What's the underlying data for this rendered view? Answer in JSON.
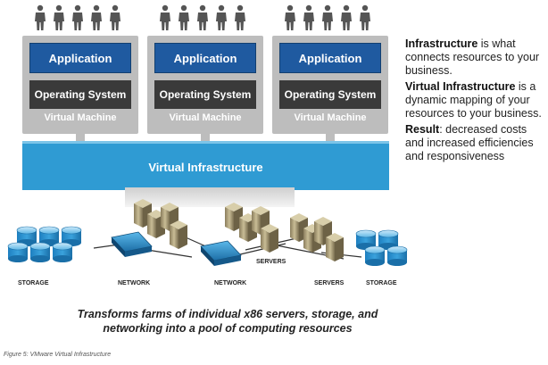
{
  "virtual_machines": [
    {
      "application": "Application",
      "operating_system": "Operating System",
      "label": "Virtual Machine"
    },
    {
      "application": "Application",
      "operating_system": "Operating System",
      "label": "Virtual Machine"
    },
    {
      "application": "Application",
      "operating_system": "Operating System",
      "label": "Virtual Machine"
    }
  ],
  "virtual_infrastructure": "Virtual Infrastructure",
  "side_text": {
    "p1_bold": "Infrastructure",
    "p1_rest": " is what connects resources to your business.",
    "p2_bold": "Virtual Infrastructure",
    "p2_rest": " is a dynamic mapping of your resources to your business.",
    "p3_bold": "Result",
    "p3_rest": ": decreased costs and increased efficiencies and responsiveness"
  },
  "hardware_labels": {
    "storage_left": "STORAGE",
    "network_left": "NETWORK",
    "network_mid": "NETWORK",
    "servers_mid": "SERVERS",
    "servers_right": "SERVERS",
    "storage_right": "STORAGE"
  },
  "caption_line1": "Transforms farms of individual x86 servers, storage, and",
  "caption_line2": "networking into a pool of computing resources",
  "figure_caption": "Figure 5: VMware Virtual Infrastructure",
  "colors": {
    "application_blue": "#1f5aa0",
    "os_dark": "#3a3a3a",
    "vm_gray": "#bdbdbd",
    "infra_blue": "#2f9bd3"
  }
}
